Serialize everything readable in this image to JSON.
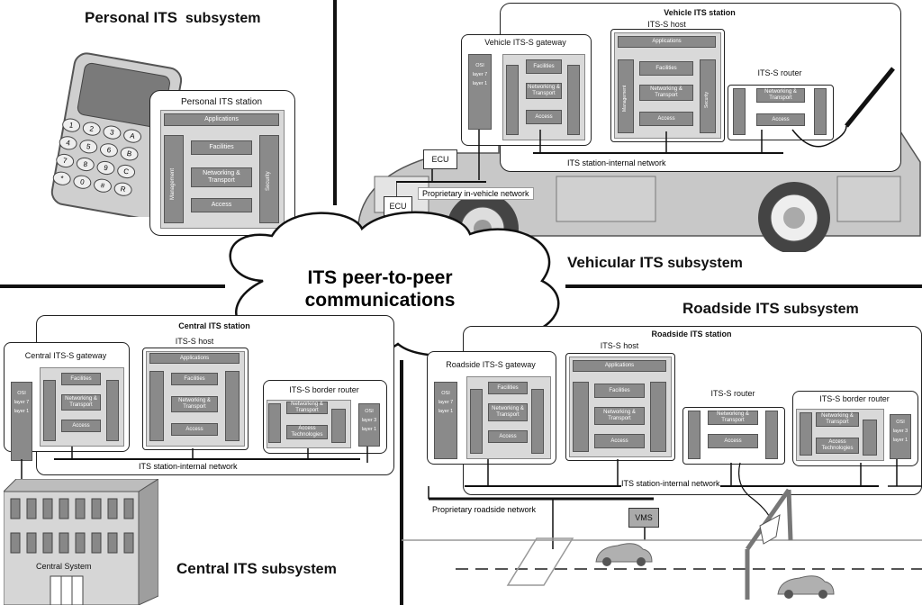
{
  "subsystems": {
    "personal": {
      "title_a": "Personal ITS",
      "title_b": "subsystem"
    },
    "vehicular": {
      "title_a": "Vehicular ITS",
      "title_b": "subsystem"
    },
    "roadside": {
      "title_a": "Roadside ITS",
      "title_b": "subsystem"
    },
    "central": {
      "title_a": "Central ITS",
      "title_b": "subsystem"
    }
  },
  "cloud": {
    "line1": "ITS peer-to-peer",
    "line2": "communications"
  },
  "stack_labels": {
    "applications": "Applications",
    "facilities": "Facilities",
    "networking": "Networking &",
    "transport": "Transport",
    "access": "Access",
    "access_technologies_1": "Access",
    "access_technologies_2": "Technologies",
    "management": "Management",
    "security": "Security",
    "osi": "OSI",
    "layer7": "layer 7",
    "layer1": "layer 1",
    "layer3": "layer 3",
    "layer1b": "layer 1"
  },
  "personal_station": {
    "title": "Personal ITS station"
  },
  "vehicle": {
    "station_title": "Vehicle ITS station",
    "gateway": "Vehicle ITS-S gateway",
    "host": "ITS-S host",
    "router": "ITS-S router",
    "internal_network": "ITS station-internal network",
    "ecu1": "ECU",
    "ecu2": "ECU",
    "in_vehicle_network": "Proprietary in-vehicle network"
  },
  "central": {
    "station_title": "Central ITS station",
    "gateway": "Central ITS-S gateway",
    "host": "ITS-S host",
    "border_router": "ITS-S border router",
    "internal_network": "ITS station-internal network",
    "building_label": "Central System"
  },
  "roadside": {
    "station_title": "Roadside ITS station",
    "gateway": "Roadside ITS-S gateway",
    "host": "ITS-S host",
    "router": "ITS-S router",
    "border_router": "ITS-S border router",
    "internal_network": "ITS station-internal network",
    "roadside_network": "Proprietary roadside network",
    "vms": "VMS"
  },
  "phone_keys": [
    "1",
    "2",
    "3",
    "A",
    "4",
    "5",
    "6",
    "B",
    "7",
    "8",
    "9",
    "C",
    "*",
    "0",
    "#",
    "R"
  ],
  "colors": {
    "stack_gray": "#8a8a8a",
    "panel_gray": "#d9d9d9",
    "line": "#222222"
  }
}
